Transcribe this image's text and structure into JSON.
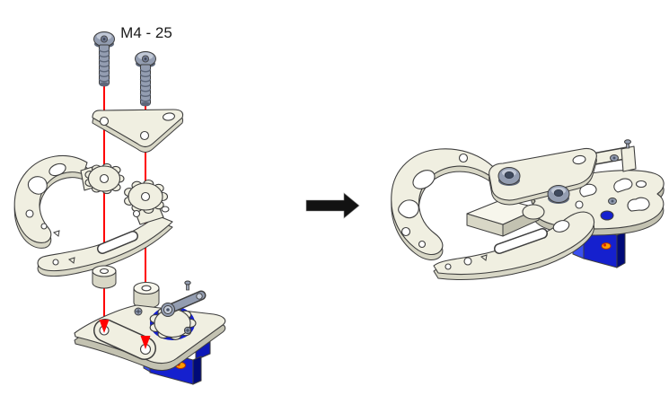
{
  "diagram": {
    "type": "assembly-instruction-step",
    "fastener_label": "M4 - 25",
    "fastener": {
      "label": "M4 - 25",
      "kind": "button-head-screw",
      "quantity": 2
    },
    "flow": "exploded-view-to-assembled-view",
    "views": {
      "exploded": {
        "parts": [
          "m4-25-screw",
          "m4-25-screw",
          "servo-arm-bracket",
          "left-gripper-jaw-gear-plate",
          "right-gripper-jaw-gear-plate",
          "spacer-bushing",
          "spacer-bushing",
          "gripper-base-plate",
          "drive-gear",
          "servo-horn",
          "servo-motor"
        ],
        "assembly_guides": 2
      },
      "assembled": {
        "parts": [
          "left-gripper-jaw",
          "right-gripper-jaw",
          "servo-arm-bracket",
          "screw-head",
          "screw-head",
          "linkage-arm",
          "gripper-base-plate",
          "servo-motor"
        ]
      }
    }
  },
  "colors": {
    "plate": "#F0EFE1",
    "plateBright": "#F7F6EC",
    "plateSide": "#D8D7C6",
    "plateDark": "#C3C2B1",
    "outline": "#3E3E3E",
    "red": "#FF0000",
    "arrowBlack": "#121212",
    "screwBody": "#939DB1",
    "screwDark": "#5C6679",
    "screwLight": "#C9D0DD",
    "servoBlue": "#1520CE",
    "servoBlueLight": "#3A50EF",
    "servoBlueDark": "#000A78",
    "servoOrange": "#FFA000",
    "servoOrangeDot": "#E02800"
  }
}
